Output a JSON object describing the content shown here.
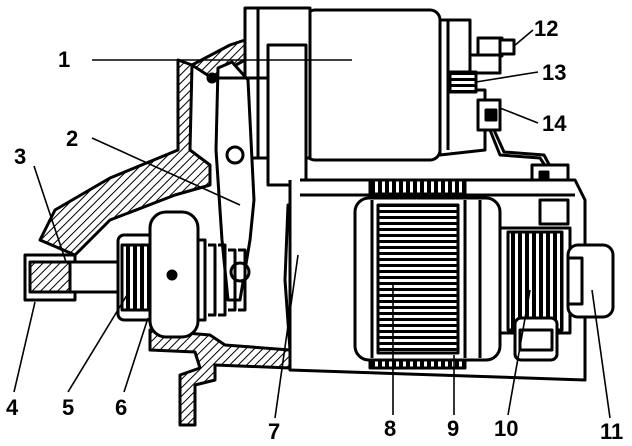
{
  "diagram": {
    "callouts": [
      {
        "id": "c1",
        "label": "1"
      },
      {
        "id": "c2",
        "label": "2"
      },
      {
        "id": "c3",
        "label": "3"
      },
      {
        "id": "c4",
        "label": "4"
      },
      {
        "id": "c5",
        "label": "5"
      },
      {
        "id": "c6",
        "label": "6"
      },
      {
        "id": "c7",
        "label": "7"
      },
      {
        "id": "c8",
        "label": "8"
      },
      {
        "id": "c9",
        "label": "9"
      },
      {
        "id": "c10",
        "label": "10"
      },
      {
        "id": "c11",
        "label": "11"
      },
      {
        "id": "c12",
        "label": "12"
      },
      {
        "id": "c13",
        "label": "13"
      },
      {
        "id": "c14",
        "label": "14"
      }
    ]
  },
  "colors": {
    "ink": "#000000",
    "paper": "#ffffff"
  }
}
